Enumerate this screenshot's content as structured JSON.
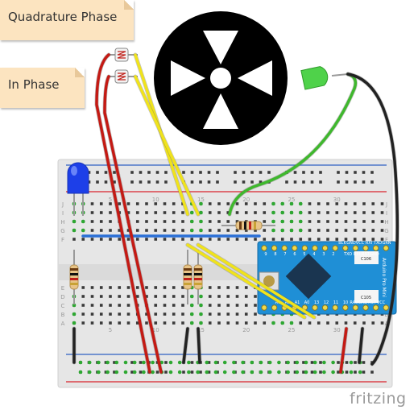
{
  "notes": {
    "quadrature": "Quadrature Phase",
    "inphase": "In Phase"
  },
  "brand": "fritzing",
  "breadboard": {
    "row_letters_top": [
      "J",
      "I",
      "H",
      "G",
      "F"
    ],
    "row_letters_bottom": [
      "E",
      "D",
      "C",
      "B",
      "A"
    ],
    "column_numbers": [
      "5",
      "10",
      "15",
      "20",
      "25",
      "30"
    ]
  },
  "arduino": {
    "top_pins": [
      "BLK",
      "GND",
      "VCC",
      "RXI",
      "TXO",
      "GRN"
    ],
    "right_pins_top": [
      "TXO",
      "RXI",
      "RST",
      "GND"
    ],
    "right_pins_bottom": [
      "RAW",
      "GND",
      "RST",
      "VCC"
    ],
    "bottom_pins": [
      "A3",
      "A2",
      "A1",
      "A0",
      "13",
      "12",
      "11",
      "10"
    ],
    "top_numbers": [
      "9",
      "8",
      "7",
      "6",
      "5",
      "4",
      "3",
      "2"
    ],
    "title": "Arduino Pro Mini",
    "board_labels": [
      "C106",
      "C105"
    ]
  },
  "colors": {
    "board": "#e6e6e6",
    "rail_red": "#d9232e",
    "rail_blue": "#2f5fc4",
    "pcb": "#1f8fd6",
    "wire_red": "#c41a14",
    "wire_yellow": "#f0e31c",
    "wire_green": "#3fb82d",
    "wire_black": "#222222",
    "wire_blue": "#2a6fd6",
    "hole_green": "#2ea832"
  }
}
